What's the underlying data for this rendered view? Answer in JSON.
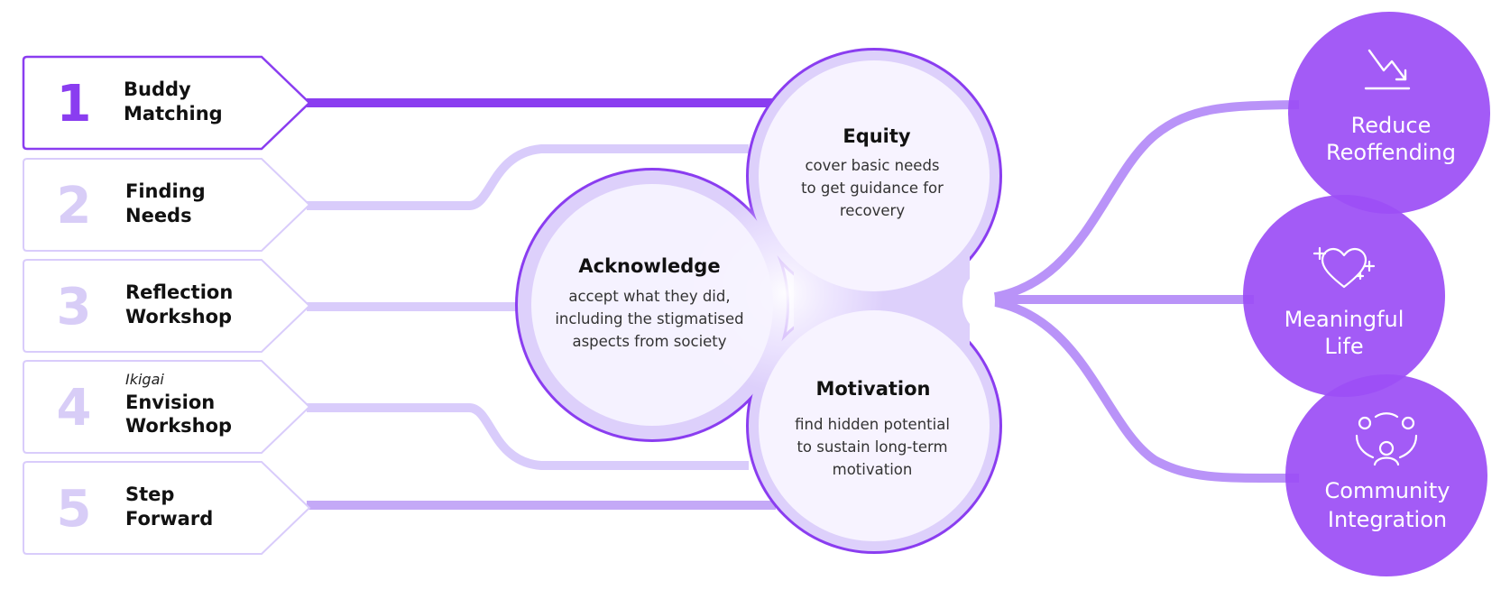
{
  "colors": {
    "accent": "#8a3df0",
    "accent_light": "#d9ccfb",
    "outcome_fill": "#9c4ff5",
    "circle_fill": "#f7f3ff",
    "text_dark": "#111111",
    "step_num_faded": "#d8cdf7"
  },
  "steps": [
    {
      "number": "1",
      "label_line1": "Buddy",
      "label_line2": "Matching",
      "note": ""
    },
    {
      "number": "2",
      "label_line1": "Finding",
      "label_line2": "Needs",
      "note": ""
    },
    {
      "number": "3",
      "label_line1": "Reflection",
      "label_line2": "Workshop",
      "note": ""
    },
    {
      "number": "4",
      "label_line1": "Envision",
      "label_line2": "Workshop",
      "note": "Ikigai"
    },
    {
      "number": "5",
      "label_line1": "Step",
      "label_line2": "Forward",
      "note": ""
    }
  ],
  "principles": {
    "equity": {
      "title": "Equity",
      "line1": "cover basic needs",
      "line2": "to get guidance for",
      "line3": "recovery"
    },
    "acknowledge": {
      "title": "Acknowledge",
      "line1": "accept what they did,",
      "line2": "including the stigmatised",
      "line3": "aspects from society"
    },
    "motivation": {
      "title": "Motivation",
      "line1": "find hidden potential",
      "line2": "to sustain long-term",
      "line3": "motivation"
    }
  },
  "outcomes": [
    {
      "line1": "Reduce",
      "line2": "Reoffending",
      "icon": "trend-down-icon"
    },
    {
      "line1": "Meaningful",
      "line2": "Life",
      "icon": "sparkle-heart-icon"
    },
    {
      "line1": "Community",
      "line2": "Integration",
      "icon": "community-icon"
    }
  ]
}
